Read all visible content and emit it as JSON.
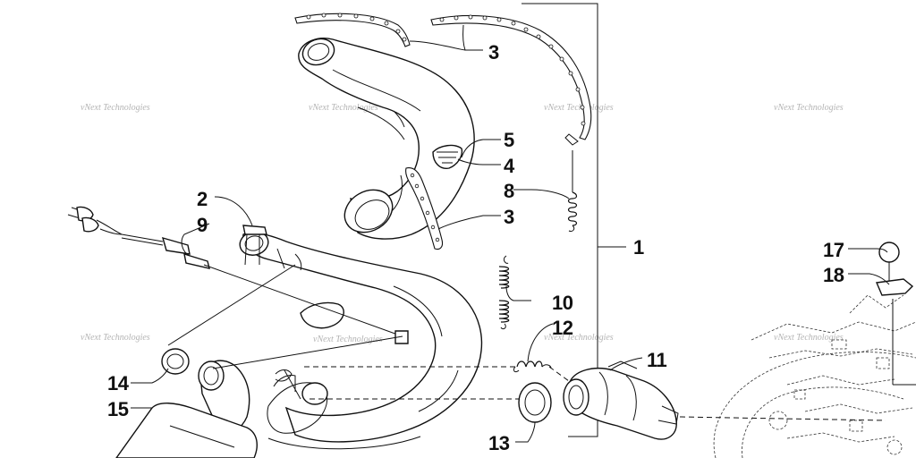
{
  "watermark": {
    "text": "vNext Technologies"
  },
  "callouts": {
    "c1": "1",
    "c2": "2",
    "c3a": "3",
    "c3b": "3",
    "c4": "4",
    "c5": "5",
    "c8": "8",
    "c9": "9",
    "c10": "10",
    "c11": "11",
    "c12": "12",
    "c13": "13",
    "c14": "14",
    "c15": "15",
    "c17": "17",
    "c18": "18"
  },
  "colors": {
    "ink": "#111111",
    "watermark": "#9a9a9a",
    "background": "#ffffff"
  }
}
